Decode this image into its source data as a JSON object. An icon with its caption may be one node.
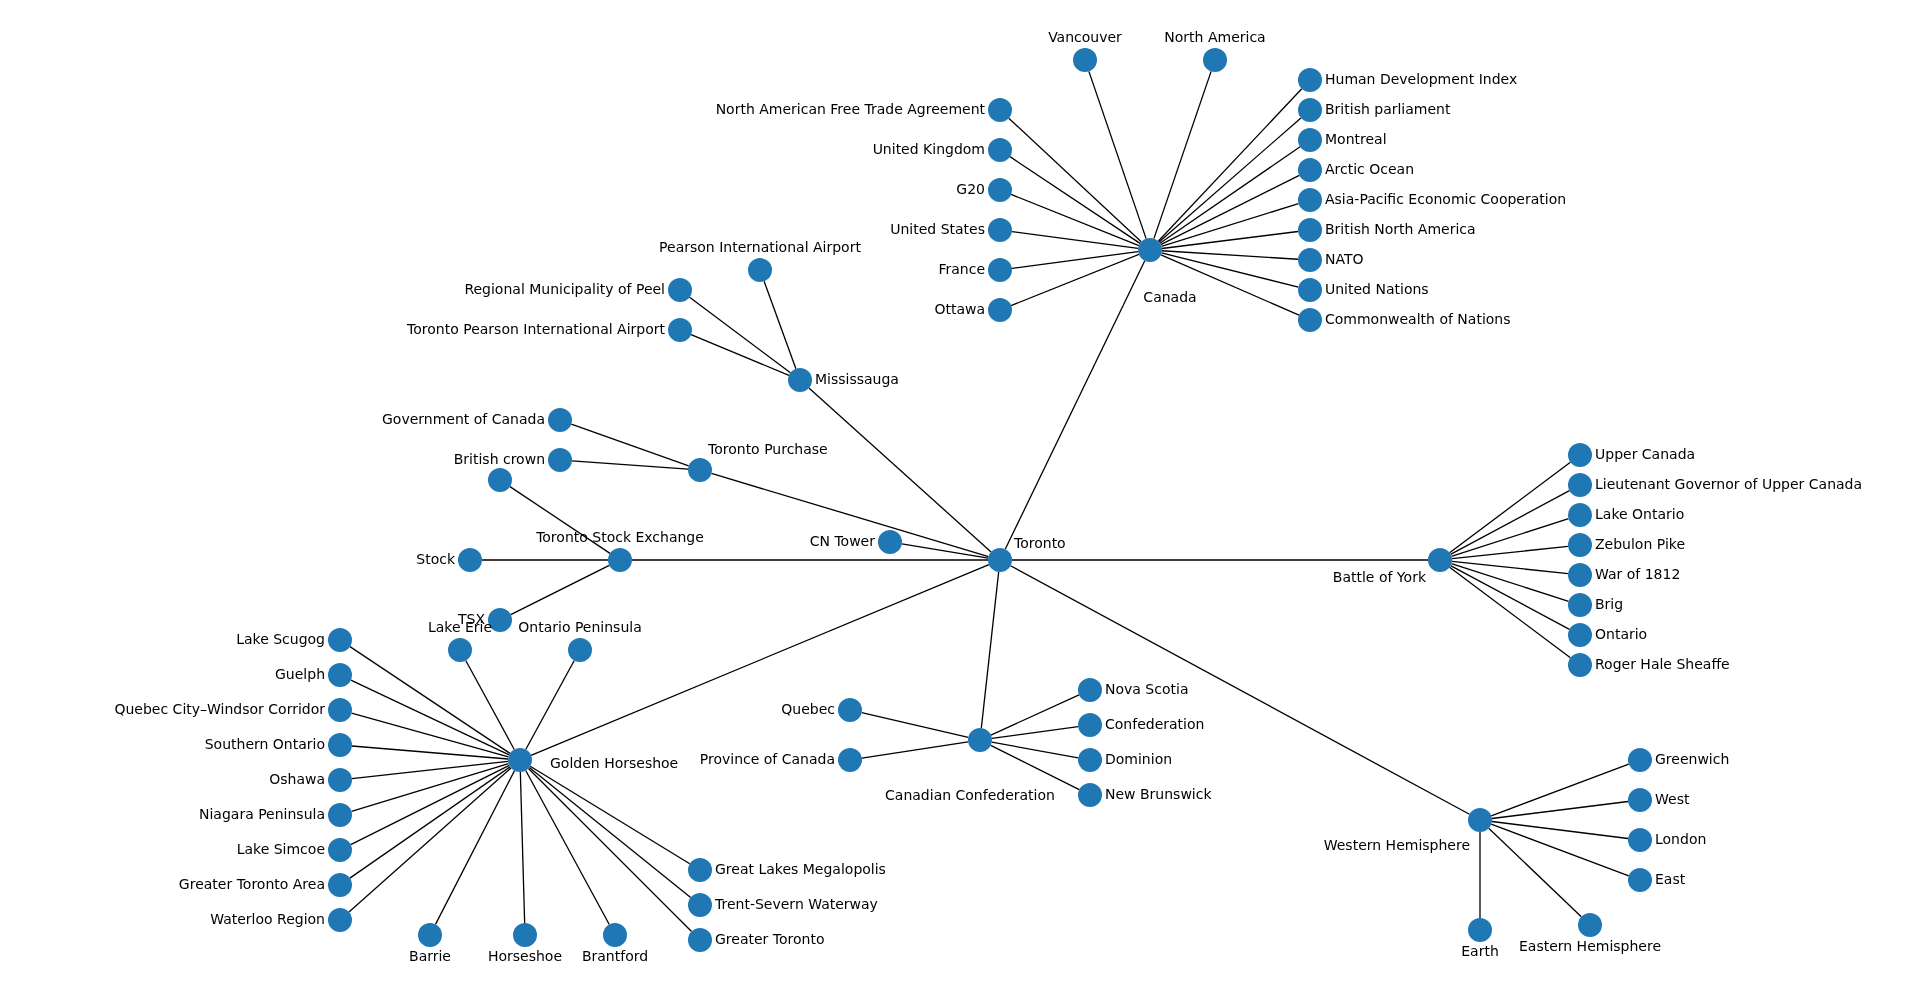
{
  "diagram": {
    "nodes": [
      {
        "text": [
          "Toronto"
        ]
      },
      {
        "text": [
          "Canada"
        ]
      },
      {
        "text": [
          "United Kingdom"
        ]
      },
      {
        "text": [
          "G20"
        ]
      },
      {
        "text": [
          "United States"
        ]
      },
      {
        "text": [
          "Vancouver"
        ]
      },
      {
        "text": [
          "Human Development Index"
        ]
      },
      {
        "text": [
          "British parliament"
        ]
      },
      {
        "text": [
          "France"
        ]
      },
      {
        "text": [
          "North America"
        ]
      },
      {
        "text": [
          "Montreal"
        ]
      },
      {
        "text": [
          "Arctic Ocean"
        ]
      },
      {
        "text": [
          "Asia-Pacific Economic Cooperation"
        ]
      },
      {
        "text": [
          "Ottawa"
        ]
      },
      {
        "text": [
          "British North America"
        ]
      },
      {
        "text": [
          "NATO"
        ]
      },
      {
        "text": [
          "North American Free Trade Agreement"
        ]
      },
      {
        "text": [
          "United Nations"
        ]
      },
      {
        "text": [
          "Commonwealth of Nations"
        ]
      },
      {
        "text": [
          "Mississauga"
        ]
      },
      {
        "text": [
          "Regional Municipality of Peel"
        ]
      },
      {
        "text": [
          "Pearson International Airport"
        ]
      },
      {
        "text": [
          "Toronto Pearson International Airport"
        ]
      },
      {
        "text": [
          "Toronto Purchase"
        ]
      },
      {
        "text": [
          "Government of Canada"
        ]
      },
      {
        "text": [
          "British crown"
        ]
      },
      {
        "text": [
          "CN Tower"
        ]
      },
      {
        "text": [
          "Toronto Stock Exchange"
        ]
      },
      {
        "text": [],
        "shape": "circle"
      },
      {
        "text": [
          "Stock"
        ]
      },
      {
        "text": [
          "TSX"
        ]
      },
      {
        "text": [
          "Battle of York"
        ]
      },
      {
        "text": [
          "Upper Canada"
        ]
      },
      {
        "text": [
          "Lieutenant Governor of Upper Canada"
        ]
      },
      {
        "text": [
          "Lake Ontario"
        ]
      },
      {
        "text": [
          "Zebulon Pike"
        ]
      },
      {
        "text": [
          "War of 1812"
        ]
      },
      {
        "text": [
          "Brig"
        ]
      },
      {
        "text": [
          "Ontario"
        ]
      },
      {
        "text": [
          "Roger Hale Sheaffe"
        ]
      },
      {
        "text": [
          "Canadian Confederation"
        ]
      },
      {
        "text": [
          "Nova Scotia"
        ]
      },
      {
        "text": [
          "Confederation"
        ]
      },
      {
        "text": [
          "Quebec"
        ]
      },
      {
        "text": [
          "Dominion"
        ]
      },
      {
        "text": [
          "New Brunswick"
        ]
      },
      {
        "text": [
          "Province of Canada"
        ]
      },
      {
        "text": [
          "Western Hemisphere"
        ]
      },
      {
        "text": [
          "Greenwich"
        ]
      },
      {
        "text": [
          "West"
        ]
      },
      {
        "text": [
          "London"
        ]
      },
      {
        "text": [
          "East"
        ]
      },
      {
        "text": [
          "Earth"
        ]
      },
      {
        "text": [
          "Eastern Hemisphere"
        ]
      },
      {
        "text": [
          "Golden Horseshoe"
        ]
      },
      {
        "text": [
          "Ontario Peninsula"
        ]
      },
      {
        "text": [
          "Lake Erie"
        ]
      },
      {
        "text": [
          "Lake Scugog"
        ]
      },
      {
        "text": [
          "Guelph"
        ]
      },
      {
        "text": [
          "Quebec City–Windsor Corridor"
        ]
      },
      {
        "text": [
          "Southern Ontario"
        ]
      },
      {
        "text": [
          "Oshawa"
        ]
      },
      {
        "text": [
          "Great Lakes Megalopolis"
        ]
      },
      {
        "text": [
          "Niagara Peninsula"
        ]
      },
      {
        "text": [
          "Lake Simcoe"
        ]
      },
      {
        "text": [
          "Trent-Severn Waterway"
        ]
      },
      {
        "text": [
          "Horseshoe"
        ]
      },
      {
        "text": [
          "Greater Toronto"
        ]
      },
      {
        "text": [
          "Greater Toronto Area"
        ]
      },
      {
        "text": [
          "Waterloo Region"
        ]
      },
      {
        "text": [
          "Barrie"
        ]
      },
      {
        "text": [
          "Brantford"
        ]
      }
    ],
    "edges": [
      {
        "from": 0,
        "to": 1,
        "arrow": "none"
      },
      {
        "from": 0,
        "to": 19,
        "arrow": "none"
      },
      {
        "from": 0,
        "to": 23,
        "arrow": "none"
      },
      {
        "from": 0,
        "to": 26,
        "arrow": "none"
      },
      {
        "from": 0,
        "to": 27,
        "arrow": "none"
      },
      {
        "from": 0,
        "to": 31,
        "arrow": "none"
      },
      {
        "from": 0,
        "to": 40,
        "arrow": "none"
      },
      {
        "from": 0,
        "to": 47,
        "arrow": "none"
      },
      {
        "from": 0,
        "to": 54,
        "arrow": "none"
      },
      {
        "from": 1,
        "to": 2,
        "arrow": "none"
      },
      {
        "from": 1,
        "to": 3,
        "arrow": "none"
      },
      {
        "from": 1,
        "to": 4,
        "arrow": "none"
      },
      {
        "from": 1,
        "to": 5,
        "arrow": "none"
      },
      {
        "from": 1,
        "to": 6,
        "arrow": "none"
      },
      {
        "from": 1,
        "to": 7,
        "arrow": "none"
      },
      {
        "from": 1,
        "to": 8,
        "arrow": "none"
      },
      {
        "from": 1,
        "to": 9,
        "arrow": "none"
      },
      {
        "from": 1,
        "to": 10,
        "arrow": "none"
      },
      {
        "from": 1,
        "to": 11,
        "arrow": "none"
      },
      {
        "from": 1,
        "to": 12,
        "arrow": "none"
      },
      {
        "from": 1,
        "to": 13,
        "arrow": "none"
      },
      {
        "from": 1,
        "to": 14,
        "arrow": "none"
      },
      {
        "from": 1,
        "to": 15,
        "arrow": "none"
      },
      {
        "from": 1,
        "to": 16,
        "arrow": "none"
      },
      {
        "from": 1,
        "to": 17,
        "arrow": "none"
      },
      {
        "from": 1,
        "to": 18,
        "arrow": "none"
      },
      {
        "from": 19,
        "to": 20,
        "arrow": "none"
      },
      {
        "from": 19,
        "to": 21,
        "arrow": "none"
      },
      {
        "from": 19,
        "to": 22,
        "arrow": "none"
      },
      {
        "from": 23,
        "to": 24,
        "arrow": "none"
      },
      {
        "from": 23,
        "to": 25,
        "arrow": "none"
      },
      {
        "from": 27,
        "to": 28,
        "arrow": "none"
      },
      {
        "from": 27,
        "to": 29,
        "arrow": "none"
      },
      {
        "from": 27,
        "to": 30,
        "arrow": "none"
      },
      {
        "from": 31,
        "to": 32,
        "arrow": "none"
      },
      {
        "from": 31,
        "to": 33,
        "arrow": "none"
      },
      {
        "from": 31,
        "to": 34,
        "arrow": "none"
      },
      {
        "from": 31,
        "to": 35,
        "arrow": "none"
      },
      {
        "from": 31,
        "to": 36,
        "arrow": "none"
      },
      {
        "from": 31,
        "to": 37,
        "arrow": "none"
      },
      {
        "from": 31,
        "to": 38,
        "arrow": "none"
      },
      {
        "from": 31,
        "to": 39,
        "arrow": "none"
      },
      {
        "from": 40,
        "to": 41,
        "arrow": "none"
      },
      {
        "from": 40,
        "to": 42,
        "arrow": "none"
      },
      {
        "from": 40,
        "to": 43,
        "arrow": "none"
      },
      {
        "from": 40,
        "to": 44,
        "arrow": "none"
      },
      {
        "from": 40,
        "to": 45,
        "arrow": "none"
      },
      {
        "from": 40,
        "to": 46,
        "arrow": "none"
      },
      {
        "from": 47,
        "to": 48,
        "arrow": "none"
      },
      {
        "from": 47,
        "to": 49,
        "arrow": "none"
      },
      {
        "from": 47,
        "to": 50,
        "arrow": "none"
      },
      {
        "from": 47,
        "to": 51,
        "arrow": "none"
      },
      {
        "from": 47,
        "to": 52,
        "arrow": "none"
      },
      {
        "from": 47,
        "to": 53,
        "arrow": "none"
      },
      {
        "from": 54,
        "to": 55,
        "arrow": "none"
      },
      {
        "from": 54,
        "to": 56,
        "arrow": "none"
      },
      {
        "from": 54,
        "to": 57,
        "arrow": "none"
      },
      {
        "from": 54,
        "to": 58,
        "arrow": "none"
      },
      {
        "from": 54,
        "to": 59,
        "arrow": "none"
      },
      {
        "from": 54,
        "to": 60,
        "arrow": "none"
      },
      {
        "from": 54,
        "to": 61,
        "arrow": "none"
      },
      {
        "from": 54,
        "to": 62,
        "arrow": "none"
      },
      {
        "from": 54,
        "to": 63,
        "arrow": "none"
      },
      {
        "from": 54,
        "to": 64,
        "arrow": "none"
      },
      {
        "from": 54,
        "to": 65,
        "arrow": "none"
      },
      {
        "from": 54,
        "to": 66,
        "arrow": "none"
      },
      {
        "from": 54,
        "to": 67,
        "arrow": "none"
      },
      {
        "from": 54,
        "to": 68,
        "arrow": "none"
      },
      {
        "from": 54,
        "to": 69,
        "arrow": "none"
      },
      {
        "from": 54,
        "to": 70,
        "arrow": "none"
      },
      {
        "from": 54,
        "to": 71,
        "arrow": "none"
      }
    ]
  }
}
